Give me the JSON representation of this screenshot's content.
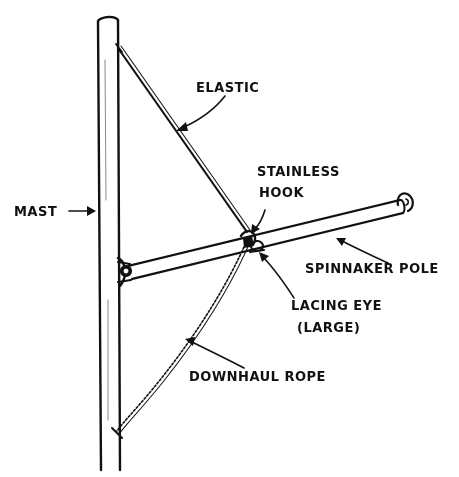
{
  "labels": {
    "elastic": "ELASTIC",
    "stainless_hook_line1": "STAINLESS",
    "stainless_hook_line2": "HOOK",
    "mast": "MAST",
    "spinnaker_pole": "SPINNAKER POLE",
    "lacing_eye_line1": "LACING EYE",
    "lacing_eye_line2": "(LARGE)",
    "downhaul_rope": "DOWNHAUL ROPE"
  },
  "colors": {
    "ink": "#111111",
    "background": "#ffffff"
  }
}
